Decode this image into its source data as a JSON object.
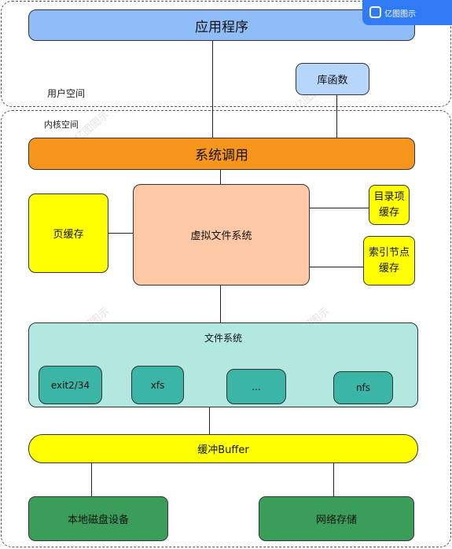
{
  "badge": {
    "text": "亿图图示"
  },
  "diagram": {
    "user_space_label": "用户空间",
    "kernel_space_label": "内核空间",
    "app_label": "应用程序",
    "lib_label": "库函数",
    "syscall_label": "系统调用",
    "page_cache_label": "页缓存",
    "vfs_label": "虚拟文件系统",
    "dentry_cache_label": "目录项\n缓存",
    "inode_cache_label": "索引节点\n缓存",
    "fs_label": "文件系统",
    "fs_items": [
      "exit2/34",
      "xfs",
      "...",
      "nfs"
    ],
    "buffer_label": "缓冲Buffer",
    "local_disk_label": "本地磁盘设备",
    "network_storage_label": "网络存储"
  },
  "colors": {
    "app": "#8fbdf7",
    "syscall": "#f7951d",
    "yellow": "#ffff00",
    "vfs": "#ffc9a8",
    "fs_container": "#b3e8e0",
    "fs_item": "#3ab5a6",
    "green": "#3a9e5a",
    "lib": "#b7d6fb"
  }
}
